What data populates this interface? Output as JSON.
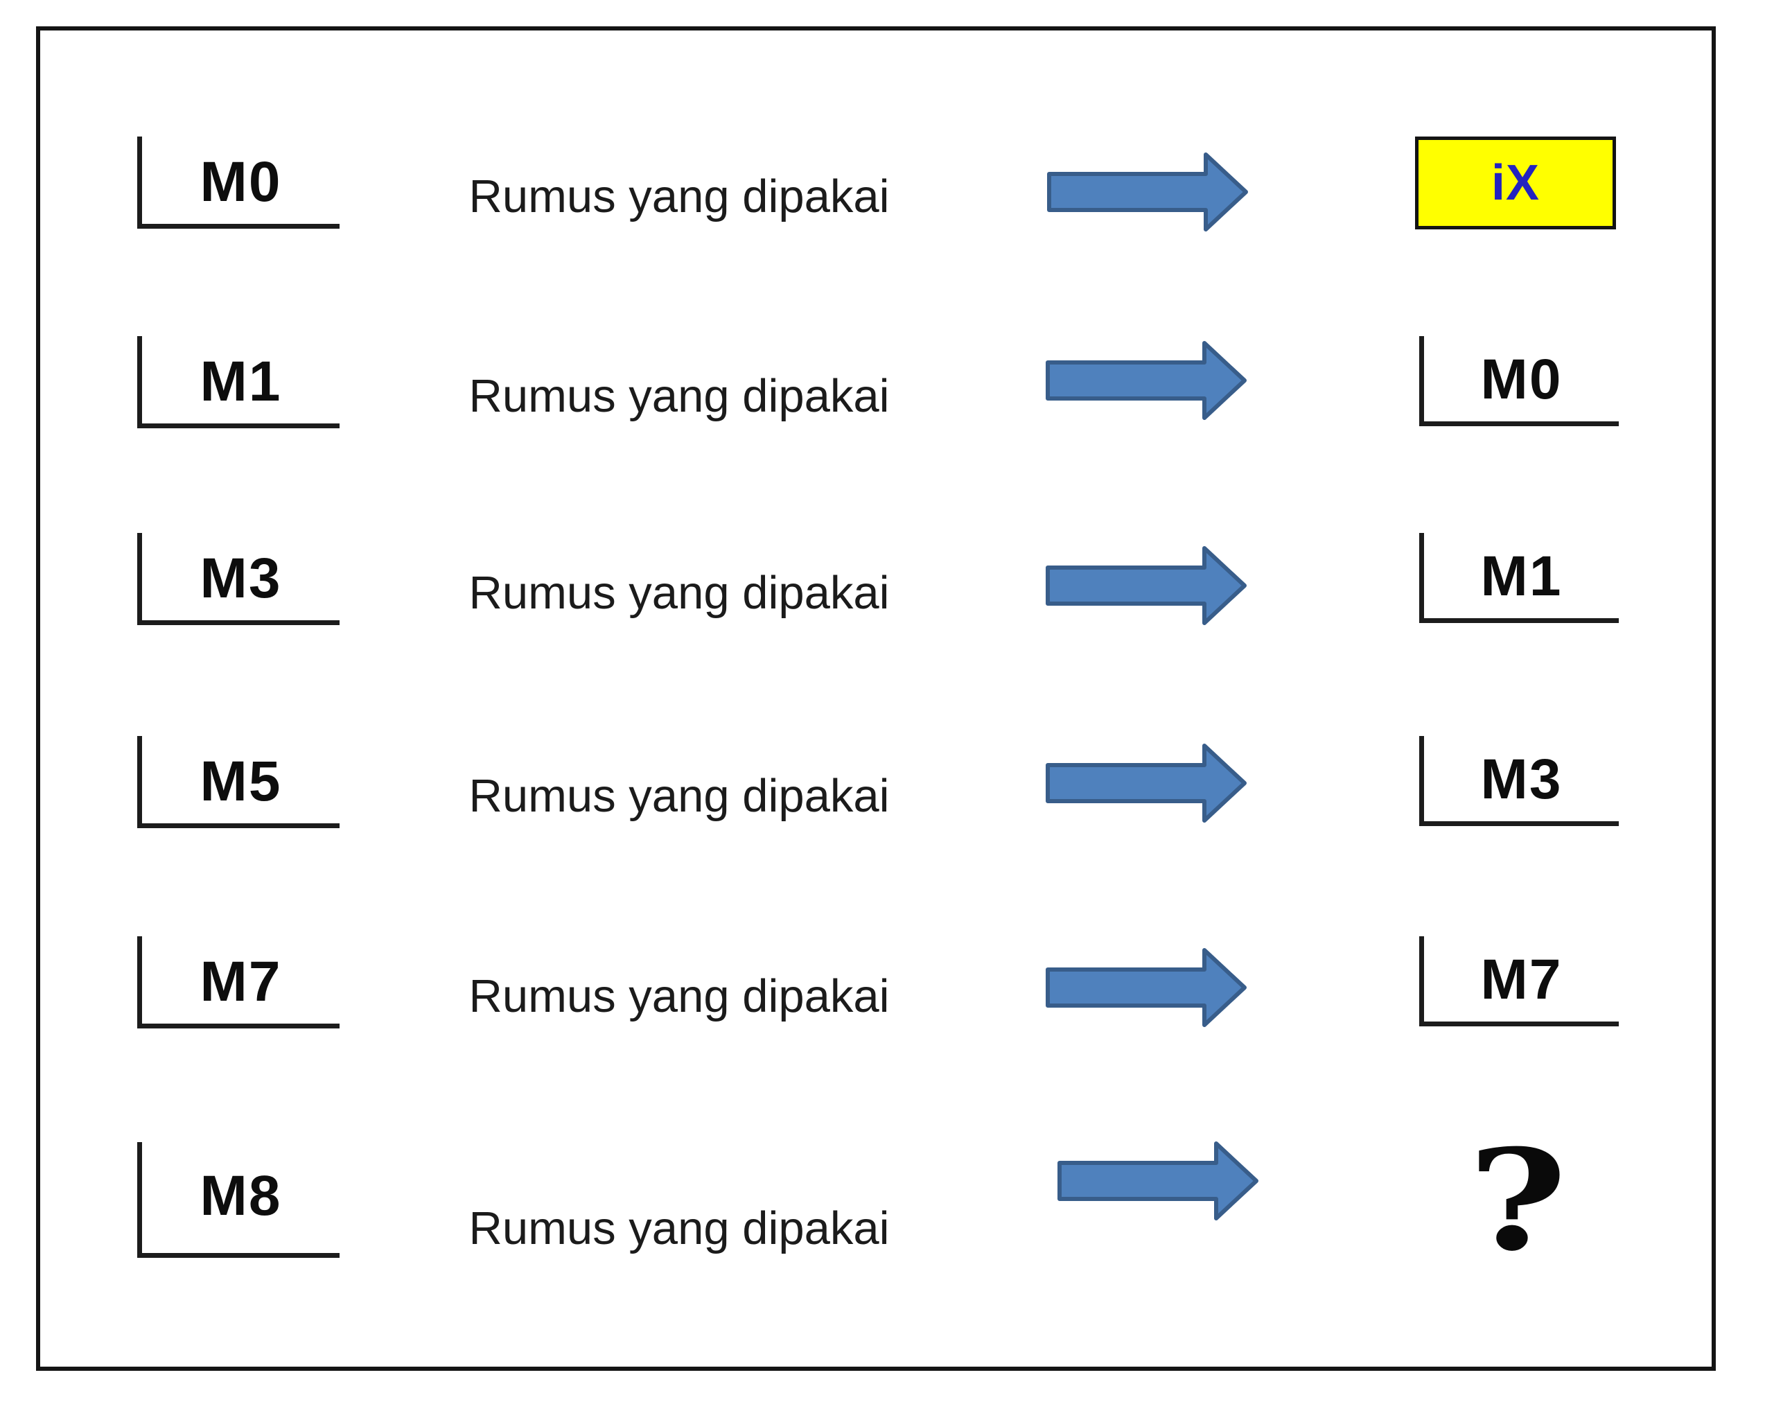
{
  "diagram": {
    "rows": [
      {
        "source": "M0",
        "formula": "Rumus yang dipakai",
        "target": "iX",
        "target_type": "highlight"
      },
      {
        "source": "M1",
        "formula": "Rumus yang dipakai",
        "target": "M0",
        "target_type": "bracket"
      },
      {
        "source": "M3",
        "formula": "Rumus yang dipakai",
        "target": "M1",
        "target_type": "bracket"
      },
      {
        "source": "M5",
        "formula": "Rumus yang dipakai",
        "target": "M3",
        "target_type": "bracket"
      },
      {
        "source": "M7",
        "formula": "Rumus yang dipakai",
        "target": "M7",
        "target_type": "bracket"
      },
      {
        "source": "M8",
        "formula": "Rumus yang dipakai",
        "target": "?",
        "target_type": "question"
      }
    ],
    "colors": {
      "arrow_fill": "#4f81bd",
      "arrow_stroke": "#385d8a",
      "highlight_bg": "#ffff00",
      "highlight_text": "#2323c0"
    }
  }
}
